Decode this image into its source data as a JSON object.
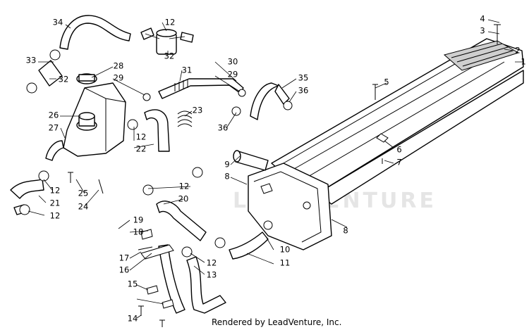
{
  "diagram": {
    "watermark": "LEADVENTURE",
    "footer": "Rendered by LeadVenture, Inc.",
    "callouts": [
      {
        "id": "c1",
        "label": "1"
      },
      {
        "id": "c2",
        "label": "2"
      },
      {
        "id": "c3",
        "label": "3"
      },
      {
        "id": "c4",
        "label": "4"
      },
      {
        "id": "c5",
        "label": "5"
      },
      {
        "id": "c6",
        "label": "6"
      },
      {
        "id": "c7",
        "label": "7"
      },
      {
        "id": "c8a",
        "label": "8"
      },
      {
        "id": "c8b",
        "label": "8"
      },
      {
        "id": "c9",
        "label": "9"
      },
      {
        "id": "c10",
        "label": "10"
      },
      {
        "id": "c11",
        "label": "11"
      },
      {
        "id": "c12a",
        "label": "12"
      },
      {
        "id": "c12b",
        "label": "12"
      },
      {
        "id": "c12c",
        "label": "12"
      },
      {
        "id": "c12d",
        "label": "12"
      },
      {
        "id": "c12e",
        "label": "12"
      },
      {
        "id": "c12f",
        "label": "12"
      },
      {
        "id": "c13",
        "label": "13"
      },
      {
        "id": "c14",
        "label": "14"
      },
      {
        "id": "c15",
        "label": "15"
      },
      {
        "id": "c16",
        "label": "16"
      },
      {
        "id": "c17",
        "label": "17"
      },
      {
        "id": "c18",
        "label": "18"
      },
      {
        "id": "c19",
        "label": "19"
      },
      {
        "id": "c20",
        "label": "20"
      },
      {
        "id": "c21",
        "label": "21"
      },
      {
        "id": "c22",
        "label": "22"
      },
      {
        "id": "c23",
        "label": "23"
      },
      {
        "id": "c24",
        "label": "24"
      },
      {
        "id": "c25",
        "label": "25"
      },
      {
        "id": "c26",
        "label": "26"
      },
      {
        "id": "c27",
        "label": "27"
      },
      {
        "id": "c28",
        "label": "28"
      },
      {
        "id": "c29a",
        "label": "29"
      },
      {
        "id": "c29b",
        "label": "29"
      },
      {
        "id": "c30",
        "label": "30"
      },
      {
        "id": "c31",
        "label": "31"
      },
      {
        "id": "c32a",
        "label": "32"
      },
      {
        "id": "c32b",
        "label": "32"
      },
      {
        "id": "c33",
        "label": "33"
      },
      {
        "id": "c34",
        "label": "34"
      },
      {
        "id": "c35",
        "label": "35"
      },
      {
        "id": "c36a",
        "label": "36"
      },
      {
        "id": "c36b",
        "label": "36"
      }
    ]
  }
}
